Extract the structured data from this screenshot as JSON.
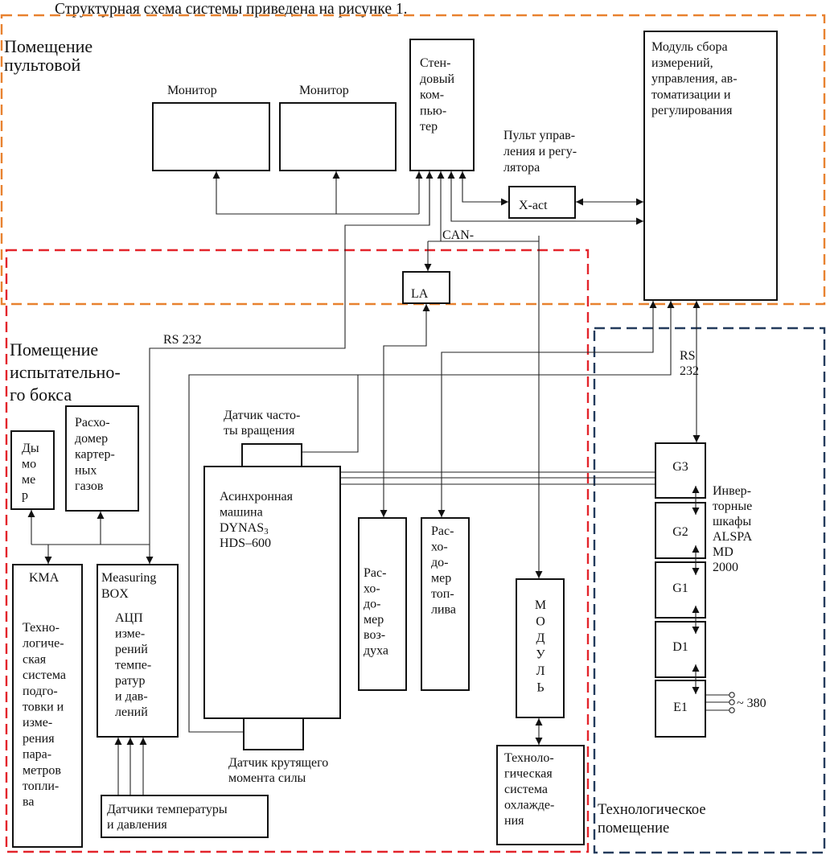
{
  "page_title": "Структурная схема системы приведена на рисунке 1.",
  "zones": {
    "control_room": {
      "label_lines": [
        "Помещение",
        "пультовой"
      ],
      "border_color": "#e8812f"
    },
    "test_box": {
      "label_lines": [
        "Помещение",
        "испытательно-",
        "го бокса"
      ],
      "border_color": "#e3242b"
    },
    "tech_room": {
      "label_lines": [
        "Технологическое",
        "помещение"
      ],
      "border_color": "#233b5c"
    }
  },
  "blocks": {
    "monitor_1": {
      "label": "Монитор"
    },
    "monitor_2": {
      "label": "Монитор"
    },
    "bench_computer": {
      "lines": [
        "Стен-",
        "довый",
        "ком-",
        "пью-",
        "тер"
      ]
    },
    "acquisition_module": {
      "lines": [
        "Модуль сбора",
        "измерений,",
        "управления, ав-",
        "томатизации и",
        "регулирования"
      ]
    },
    "control_panel": {
      "lines": [
        "Пульт управ-",
        "ления и регу-",
        "лятора"
      ]
    },
    "xact": {
      "label": "X-act"
    },
    "la": {
      "label": "LA"
    },
    "smoke_meter": {
      "lines": [
        "Ды",
        "мо",
        "ме",
        "р"
      ]
    },
    "crankcase_flowmeter": {
      "lines": [
        "Расхо-",
        "домер",
        "картер-",
        "ных",
        "газов"
      ]
    },
    "kma": {
      "title": "KMA",
      "lines": [
        "Техно-",
        "логиче-",
        "ская",
        "система",
        "подго-",
        "товки и",
        "изме-",
        "рения",
        "пара-",
        "метров",
        "топли-",
        "ва"
      ]
    },
    "measuring_box": {
      "title_lines": [
        "Measuring",
        "BOX"
      ],
      "lines": [
        "АЦП",
        "изме-",
        "рений",
        "темпе-",
        "ратур",
        "и дав-",
        "лений"
      ]
    },
    "temp_pressure_sensors": {
      "lines": [
        "Датчики температуры",
        "и давления"
      ]
    },
    "speed_sensor": {
      "lines": [
        "Датчик часто-",
        "ты вращения"
      ]
    },
    "async_machine": {
      "lines": [
        "Асинхронная",
        "машина"
      ],
      "model": "DYNAS",
      "model_sub": "3",
      "model_line2": "HDS–600"
    },
    "torque_sensor": {
      "lines": [
        "Датчик крутящего",
        "момента силы"
      ]
    },
    "air_flowmeter": {
      "lines": [
        "Рас-",
        "хо-",
        "до-",
        "мер",
        "воз-",
        "духа"
      ]
    },
    "fuel_flowmeter": {
      "lines": [
        "Рас-",
        "хо-",
        "до-",
        "мер",
        "топ-",
        "лива"
      ]
    },
    "module": {
      "lines": [
        "М",
        "О",
        "Д",
        "У",
        "Л",
        "Ь"
      ]
    },
    "cooling_system": {
      "lines": [
        "Техноло-",
        "гическая",
        "система",
        "охлажде-",
        "ния"
      ]
    },
    "inverters": {
      "cabinets": [
        "G3",
        "G2",
        "G1",
        "D1",
        "E1"
      ],
      "lines": [
        "Инвер-",
        "торные",
        "шкафы",
        "ALSPA",
        "MD",
        "2000"
      ]
    },
    "power_supply": {
      "label": "~ 380"
    }
  },
  "connections": {
    "can_label": "CAN-",
    "rs232_left_label": "RS 232",
    "rs232_right_lines": [
      "RS",
      "232"
    ]
  }
}
